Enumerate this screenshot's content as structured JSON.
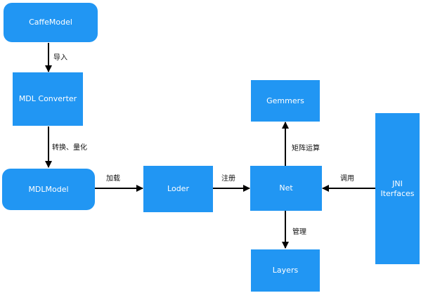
{
  "colors": {
    "node_fill": "#2196f3",
    "node_text": "#ffffff",
    "edge": "#000000",
    "label_text": "#111111",
    "background": "#ffffff"
  },
  "nodes": {
    "caffe_model": "CaffeModel",
    "mdl_converter": "MDL Converter",
    "mdl_model": "MDLModel",
    "loder": "Loder",
    "net": "Net",
    "gemmers": "Gemmers",
    "layers": "Layers",
    "jni_interfaces": "JNI\nIterfaces"
  },
  "edges": {
    "import": "导入",
    "convert_quantize": "转换、量化",
    "load": "加载",
    "register": "注册",
    "matrix_ops": "矩阵运算",
    "manage": "管理",
    "invoke": "调用"
  }
}
